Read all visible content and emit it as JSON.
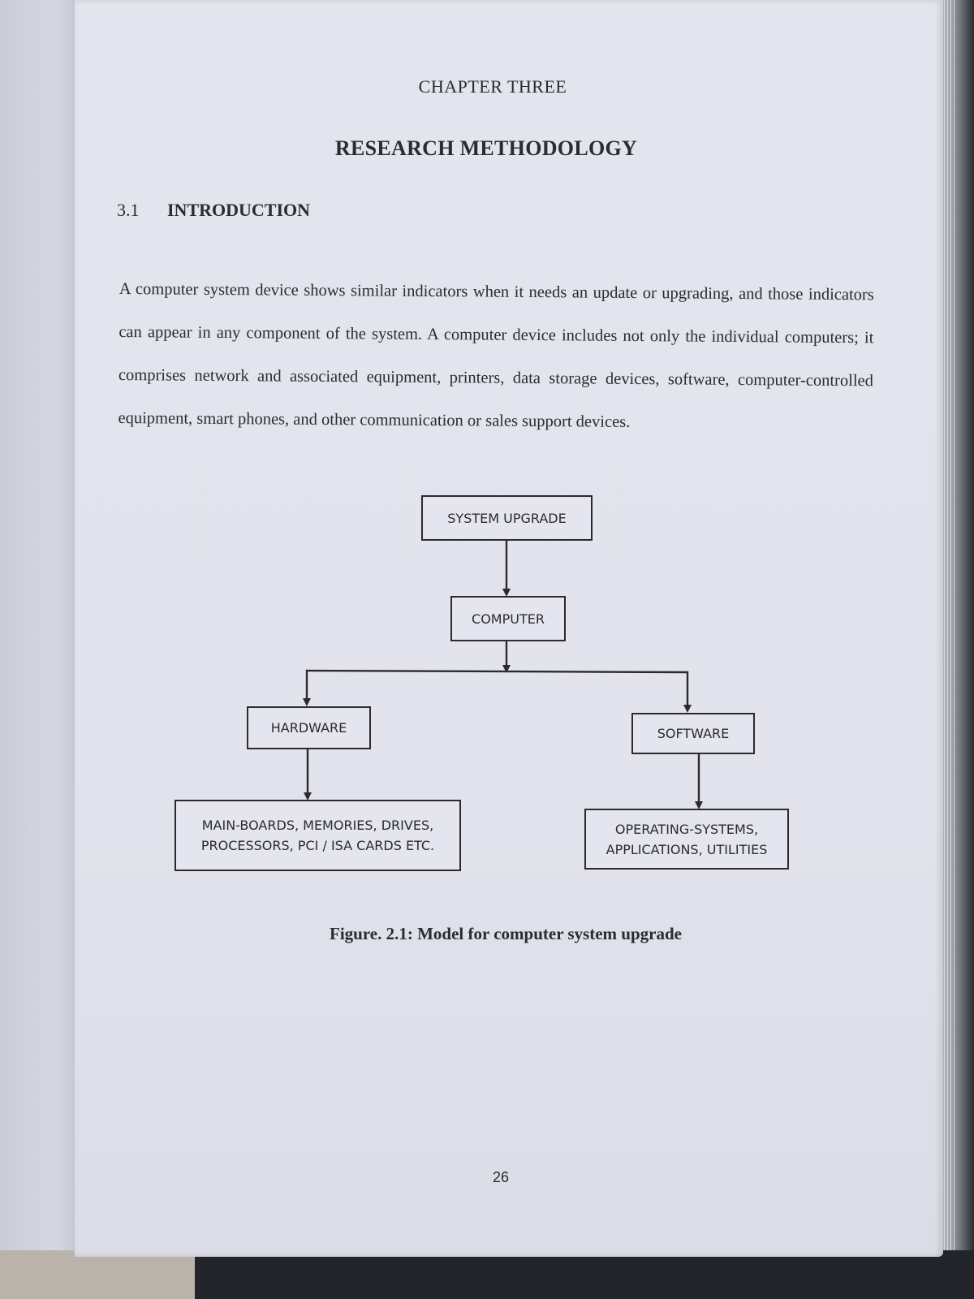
{
  "document": {
    "chapter_label": "CHAPTER THREE",
    "chapter_title": "RESEARCH METHODOLOGY",
    "section": {
      "number": "3.1",
      "title": "INTRODUCTION"
    },
    "paragraph": "A computer system device shows similar indicators when it needs an update or upgrading, and those indicators can appear in any component of the system. A computer device includes not only the individual computers; it comprises network and associated equipment, printers, data storage devices, software, computer-controlled equipment, smart phones, and other communication or sales support devices.",
    "figure": {
      "nodes": {
        "root": "SYSTEM UPGRADE",
        "computer": "COMPUTER",
        "hardware": "HARDWARE",
        "software": "SOFTWARE",
        "hardware_detail_line1": "MAIN-BOARDS, MEMORIES, DRIVES,",
        "hardware_detail_line2": "PROCESSORS, PCI / ISA CARDS ETC.",
        "software_detail_line1": "OPERATING-SYSTEMS,",
        "software_detail_line2": "APPLICATIONS, UTILITIES"
      },
      "caption": "Figure. 2.1: Model for computer system upgrade"
    },
    "page_number": "26"
  }
}
